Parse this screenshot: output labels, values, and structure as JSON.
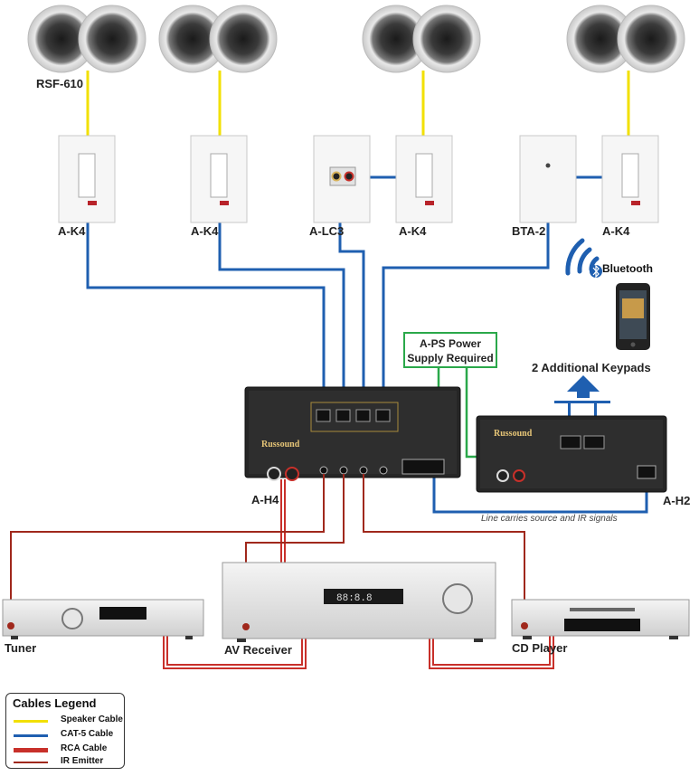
{
  "labels": {
    "rsf610": "RSF-610",
    "ak4_1": "A-K4",
    "ak4_2": "A-K4",
    "alc3": "A-LC3",
    "ak4_3": "A-K4",
    "bta2": "BTA-2",
    "ak4_4": "A-K4",
    "ah4": "A-H4",
    "ah2": "A-H2",
    "tuner": "Tuner",
    "av_receiver": "AV Receiver",
    "cd_player": "CD Player",
    "additional_keypads": "2 Additional Keypads",
    "line_note": "Line carries source and IR signals",
    "bluetooth": "Bluetooth"
  },
  "power_box": {
    "line1": "A-PS Power",
    "line2": "Supply Required"
  },
  "legend": {
    "title": "Cables Legend",
    "items": [
      {
        "label": "Speaker Cable",
        "color": "#f2e000"
      },
      {
        "label": "CAT-5 Cable",
        "color": "#1f5fb0"
      },
      {
        "label": "RCA Cable",
        "color": "#c8302a"
      },
      {
        "label": "IR Emitter",
        "color": "#a0281c"
      }
    ]
  },
  "device_text": {
    "hub_brand": "Russound",
    "hub_model": "A-H4",
    "hub2_model": "A-H2",
    "receiver_display": "88:8.8"
  },
  "colors": {
    "speaker": "#f2e000",
    "cat5": "#1f5fb0",
    "rca": "#c8302a",
    "ir": "#a0281c",
    "power": "#2aa84a",
    "arrow": "#1f5fb0"
  },
  "icons": [
    "speaker-icon",
    "keypad-icon",
    "wifi-icon",
    "bluetooth-icon",
    "phone-icon",
    "arrow-up-icon"
  ]
}
